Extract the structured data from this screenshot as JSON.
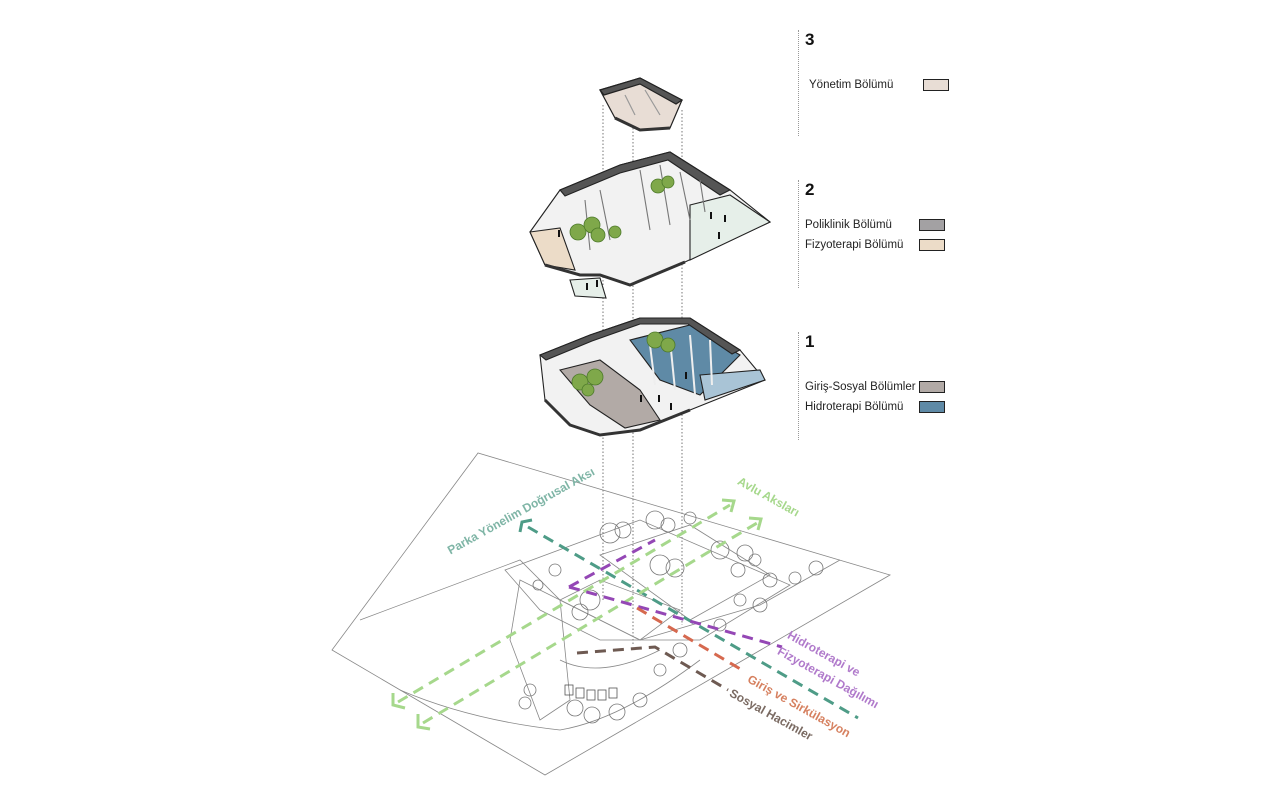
{
  "legend": [
    {
      "level": "3",
      "items": [
        {
          "label": "Yönetim Bölümü",
          "color": "#e8ddd5"
        }
      ]
    },
    {
      "level": "2",
      "items": [
        {
          "label": "Poliklinik Bölümü",
          "color": "#a3a1a3"
        },
        {
          "label": "Fizyoterapi Bölümü",
          "color": "#ecdcc8"
        }
      ]
    },
    {
      "level": "1",
      "items": [
        {
          "label": "Giriş-Sosyal Bölümler",
          "color": "#b2aaa6"
        },
        {
          "label": "Hidroterapi Bölümü",
          "color": "#5f8aa6"
        }
      ]
    }
  ],
  "axes": {
    "parka": {
      "label": "Parka Yönelim Doğrusal Aksı",
      "color": "#5fa593"
    },
    "avlu": {
      "label": "Avlu Aksları",
      "color": "#a6d88c"
    },
    "hidro_line1": "Hidroterapi ve",
    "hidro_line2": "Fizyoterapi Dağılımı",
    "hidro_color": "#a05cc0",
    "giris": {
      "label": "Giriş ve Sirkülasyon",
      "color": "#d6694f"
    },
    "sosyal": {
      "label": "Sosyal Hacimler",
      "color": "#6e5a52"
    }
  }
}
